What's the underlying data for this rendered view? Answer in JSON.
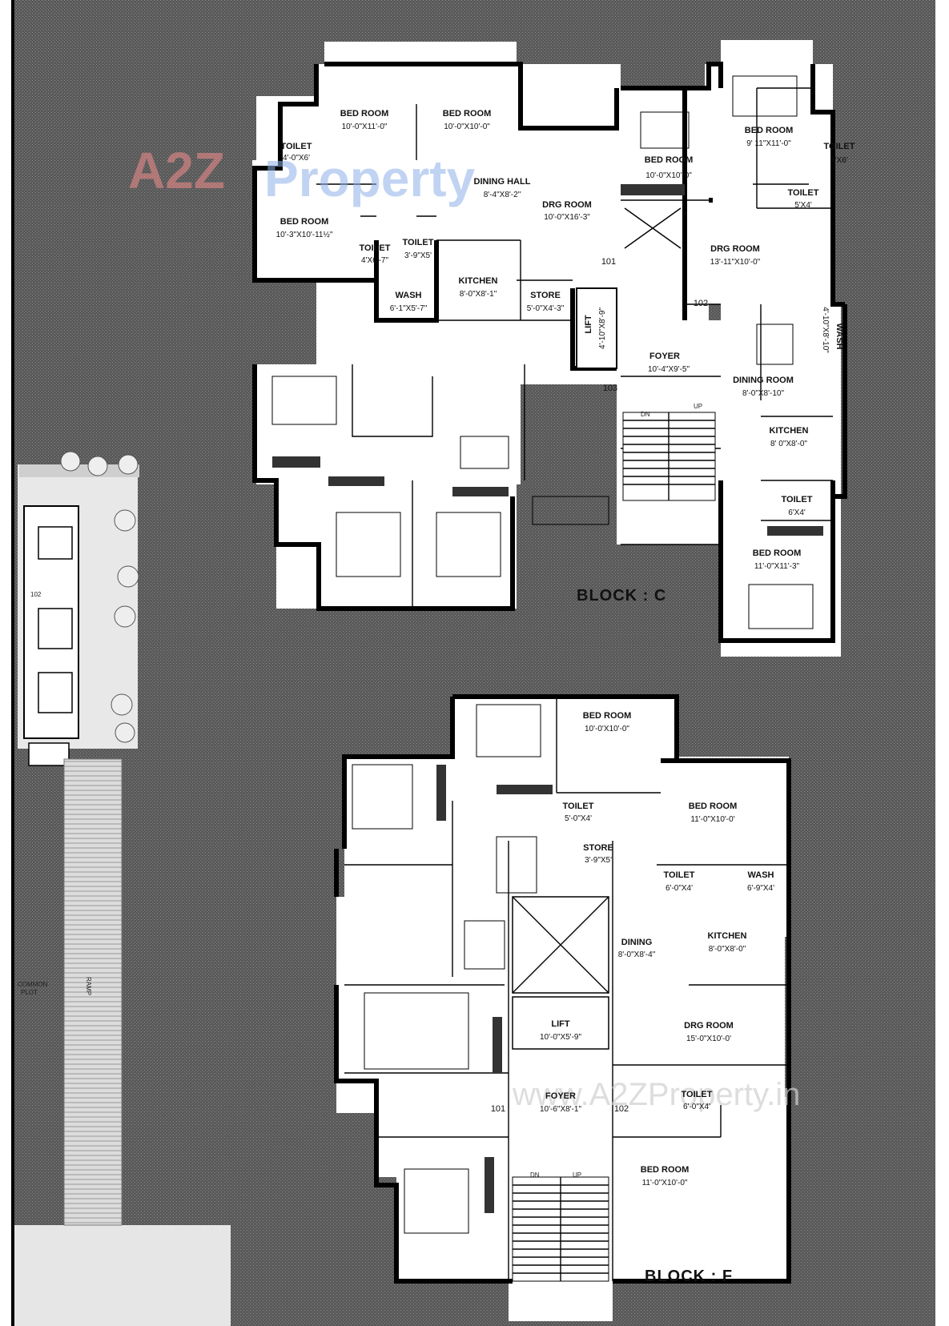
{
  "watermark": {
    "top_brand": "A2Z",
    "top_word": "Property",
    "bottom_url": "www.A2ZProperty.in"
  },
  "block_c": {
    "label": "BLOCK : C",
    "rooms": [
      {
        "name": "BED ROOM",
        "dim": "10'-0\"X11'-0\""
      },
      {
        "name": "BED ROOM",
        "dim": "10'-0\"X10'-0\""
      },
      {
        "name": "TOILET",
        "dim": "4'-0\"X6'"
      },
      {
        "name": "BED ROOM",
        "dim": "10'-3\"X10'-11½\""
      },
      {
        "name": "TOILET",
        "dim": "4'X6'-7\""
      },
      {
        "name": "TOILET",
        "dim": "3'-9\"X5'"
      },
      {
        "name": "DINING HALL",
        "dim": "8'-4\"X8'-2\""
      },
      {
        "name": "DRG ROOM",
        "dim": "10'-0\"X16'-3\""
      },
      {
        "name": "WASH",
        "dim": "6'-1\"X5'-7\""
      },
      {
        "name": "KITCHEN",
        "dim": "8'-0\"X8'-1\""
      },
      {
        "name": "STORE",
        "dim": "5'-0\"X4'-3\""
      },
      {
        "name": "LIFT",
        "dim": "4'-10\"X8'-9\""
      },
      {
        "name": "FOYER",
        "dim": "10'-4\"X9'-5\""
      },
      {
        "name": "BED ROOM",
        "dim": "10'-0\"X10'-0\""
      },
      {
        "name": "BED ROOM",
        "dim": "9' 11\"X11'-0\""
      },
      {
        "name": "TOILET",
        "dim": "4'X6'"
      },
      {
        "name": "TOILET",
        "dim": "5'X4'"
      },
      {
        "name": "DRG ROOM",
        "dim": "13'-11\"X10'-0\""
      },
      {
        "name": "WASH",
        "dim": "4'-10\"X8'-10\""
      },
      {
        "name": "DINING ROOM",
        "dim": "8'-0\"X8'-10\""
      },
      {
        "name": "KITCHEN",
        "dim": "8' 0\"X8'-0\""
      },
      {
        "name": "TOILET",
        "dim": "6'X4'"
      },
      {
        "name": "BED ROOM",
        "dim": "11'-0\"X11'-3\""
      }
    ],
    "units": [
      "101",
      "102",
      "103"
    ]
  },
  "block_f": {
    "label": "BLOCK : F",
    "rooms": [
      {
        "name": "BED ROOM",
        "dim": "10'-0'X10'-0\""
      },
      {
        "name": "TOILET",
        "dim": "5'-0\"X4'"
      },
      {
        "name": "BED ROOM",
        "dim": "11'-0\"X10'-0'"
      },
      {
        "name": "STORE",
        "dim": "3'-9\"X5'"
      },
      {
        "name": "TOILET",
        "dim": "6'-0\"X4'"
      },
      {
        "name": "WASH",
        "dim": "6'-9\"X4'"
      },
      {
        "name": "DINING",
        "dim": "8'-0\"X8'-4\""
      },
      {
        "name": "KITCHEN",
        "dim": "8'-0\"X8'-0\""
      },
      {
        "name": "DRG ROOM",
        "dim": "15'-0\"X10'-0'"
      },
      {
        "name": "LIFT",
        "dim": "10'-0\"X5'-9\""
      },
      {
        "name": "FOYER",
        "dim": "10'-6\"X8'-1\""
      },
      {
        "name": "TOILET",
        "dim": "6'-0\"X4'"
      },
      {
        "name": "BED ROOM",
        "dim": "11'-0\"X10'-0\""
      }
    ],
    "units": [
      "101",
      "102"
    ]
  },
  "site": {
    "unit": "102",
    "ramp": "RAMP",
    "plot_line1": "COMMON",
    "plot_line2": "PLOT"
  },
  "stairs": {
    "down": "DN",
    "up": "UP"
  },
  "colors": {
    "ground": "#5f5f5f",
    "wall": "#000000",
    "room": "#ffffff",
    "wm_red": "#e88a8a",
    "wm_green": "#8fd08f",
    "wm_blue": "#8fb0e8"
  }
}
